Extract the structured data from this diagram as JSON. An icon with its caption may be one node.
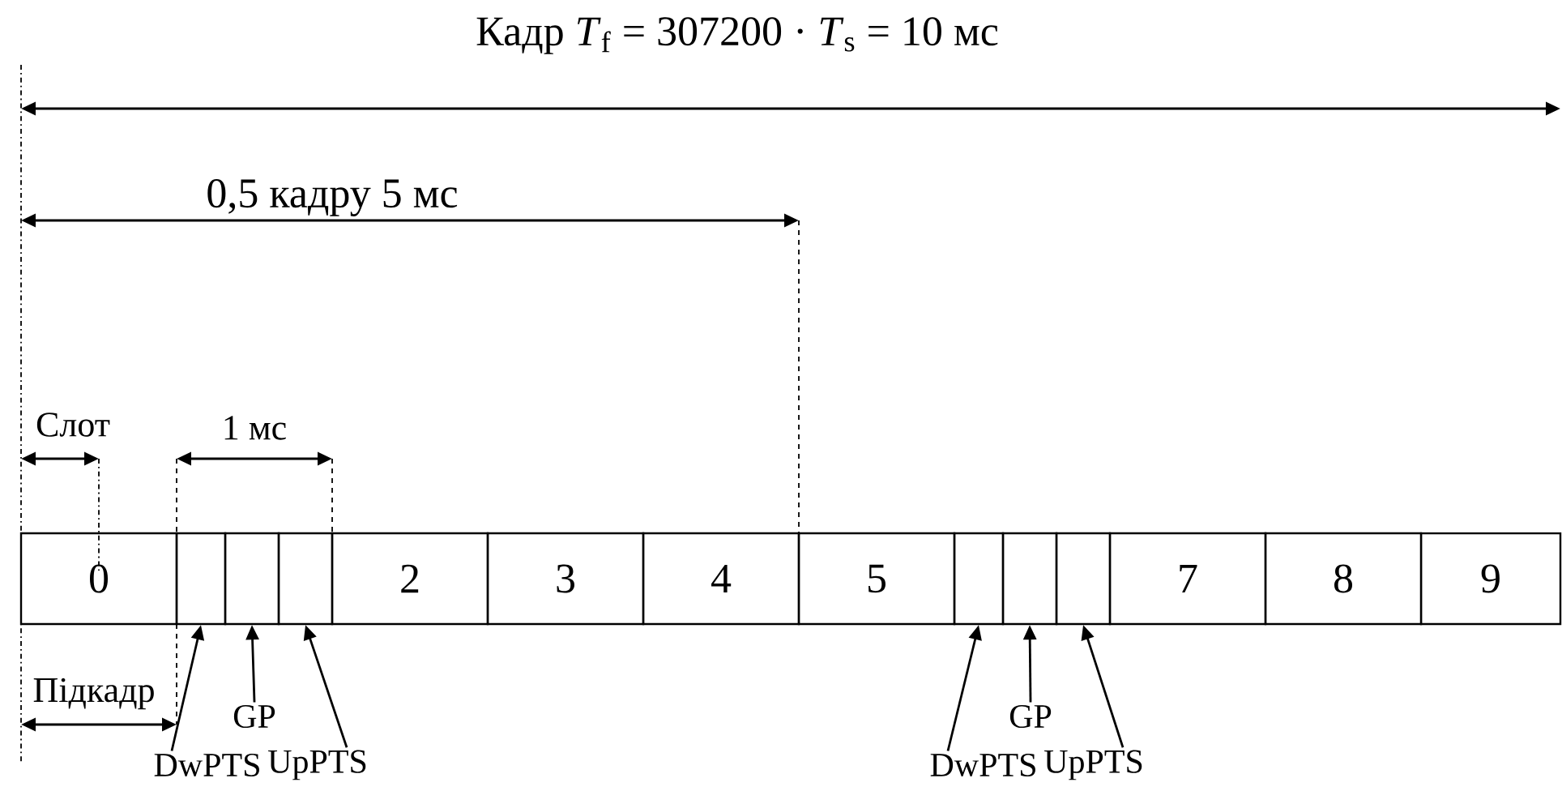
{
  "diagram": {
    "nodes": [
      {
        "text": [
          "0"
        ]
      },
      {
        "text": [],
        "shape": "box"
      },
      {
        "text": [],
        "shape": "box"
      },
      {
        "text": [],
        "shape": "box"
      },
      {
        "text": [
          "2"
        ]
      },
      {
        "text": [
          "3"
        ]
      },
      {
        "text": [
          "4"
        ]
      },
      {
        "text": [
          "5"
        ]
      },
      {
        "text": [],
        "shape": "box"
      },
      {
        "text": [],
        "shape": "box"
      },
      {
        "text": [],
        "shape": "box"
      },
      {
        "text": [
          "7"
        ]
      },
      {
        "text": [
          "8"
        ]
      },
      {
        "text": [
          "9"
        ]
      },
      {
        "text": [
          "DwPTS"
        ]
      },
      {
        "text": [
          "GP"
        ]
      },
      {
        "text": [
          "UpPTS"
        ]
      },
      {
        "text": [
          "DwPTS"
        ]
      },
      {
        "text": [
          "GP"
        ]
      },
      {
        "text": [
          "UpPTS"
        ]
      }
    ],
    "edges": [
      {
        "from": 14,
        "to": 1,
        "arrow": "to"
      },
      {
        "from": 15,
        "to": 2,
        "arrow": "to"
      },
      {
        "from": 16,
        "to": 3,
        "arrow": "to"
      },
      {
        "from": 17,
        "to": 8,
        "arrow": "to"
      },
      {
        "from": 18,
        "to": 9,
        "arrow": "to"
      },
      {
        "from": 19,
        "to": 10,
        "arrow": "to"
      }
    ],
    "labels": [
      "Кадр *T*$_{f}$ = 307200 · *T*$_{s}$ = 10 мс",
      "0,5 кадру 5 мс",
      "Слот",
      "1 мс",
      "Підкадр"
    ]
  }
}
